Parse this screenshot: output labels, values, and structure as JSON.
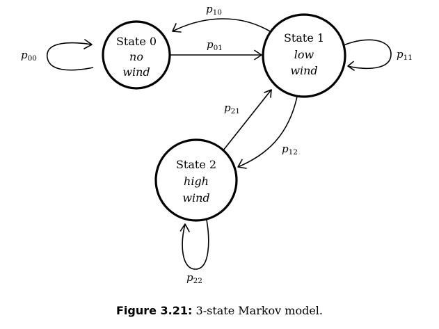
{
  "states": [
    {
      "id": "0",
      "name": "State 0",
      "desc_line1": "no",
      "desc_line2": "wind"
    },
    {
      "id": "1",
      "name": "State 1",
      "desc_line1": "low",
      "desc_line2": "wind"
    },
    {
      "id": "2",
      "name": "State 2",
      "desc_line1": "high",
      "desc_line2": "wind"
    }
  ],
  "transitions": [
    {
      "from": "0",
      "to": "0",
      "label_base": "p",
      "label_sub": "00"
    },
    {
      "from": "0",
      "to": "1",
      "label_base": "p",
      "label_sub": "01"
    },
    {
      "from": "1",
      "to": "0",
      "label_base": "p",
      "label_sub": "10"
    },
    {
      "from": "1",
      "to": "1",
      "label_base": "p",
      "label_sub": "11"
    },
    {
      "from": "1",
      "to": "2",
      "label_base": "p",
      "label_sub": "12"
    },
    {
      "from": "2",
      "to": "1",
      "label_base": "p",
      "label_sub": "21"
    },
    {
      "from": "2",
      "to": "2",
      "label_base": "p",
      "label_sub": "22"
    }
  ],
  "caption": {
    "label": "Figure 3.21:",
    "text": "3-state Markov model."
  }
}
